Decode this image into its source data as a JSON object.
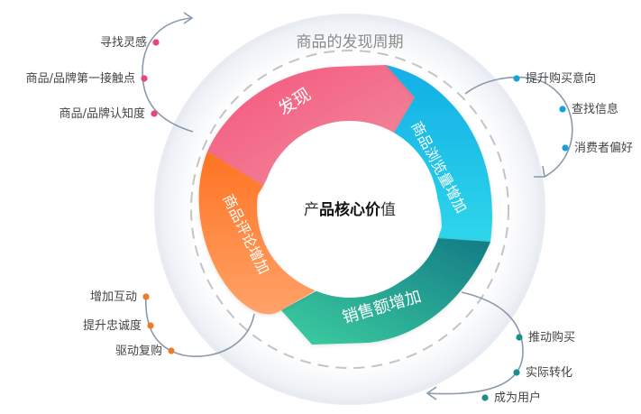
{
  "title": "商品的发现周期",
  "center": {
    "part1": "产",
    "part2": "品核心价",
    "part3": "值"
  },
  "segments": {
    "discover": {
      "label": "发现",
      "color": "#f4607c"
    },
    "browse": {
      "label": "商品浏览量增加",
      "color": "#1cc3e8"
    },
    "sales": {
      "label": "销售额增加",
      "color": "#1ea8a4"
    },
    "reviews": {
      "label": "商品评论增加",
      "color": "#ff8a3d"
    }
  },
  "groups": {
    "top_left": {
      "color": "#e8457a",
      "items": [
        "寻找灵感",
        "商品/品牌第一接触点",
        "商品/品牌认知度"
      ]
    },
    "top_right": {
      "color": "#16a2d8",
      "items": [
        "提升购买意向",
        "查找信息",
        "消费者偏好"
      ]
    },
    "bottom_right": {
      "color": "#1a8f8c",
      "items": [
        "推动购买",
        "实际转化",
        "成为用户"
      ]
    },
    "bottom_left": {
      "color": "#f07a2a",
      "items": [
        "增加互动",
        "提升忠诚度",
        "驱动复购"
      ]
    }
  }
}
